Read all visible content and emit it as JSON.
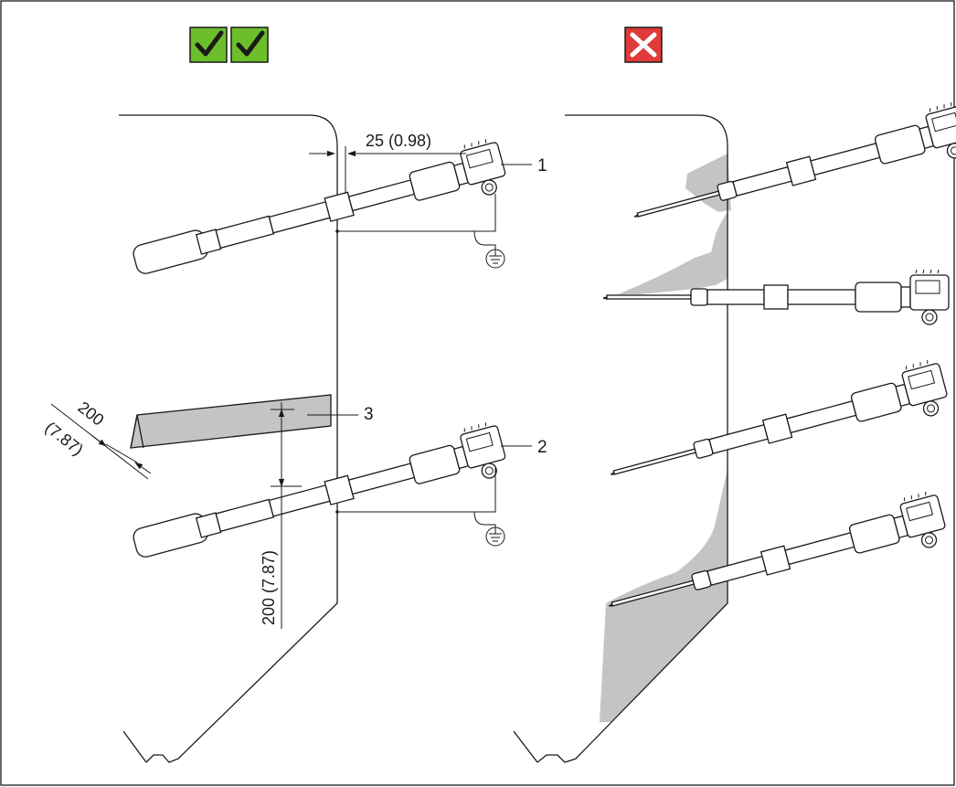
{
  "icons": {
    "correct": "checkmark-icon",
    "incorrect": "cross-icon",
    "ground": "ground-icon"
  },
  "colors": {
    "correct_fill": "#6cbf2a",
    "incorrect_fill": "#e03a3a",
    "deposit_fill": "#c4c4c4",
    "line": "#1a1a1a"
  },
  "labels": {
    "item1": "1",
    "item2": "2",
    "item3": "3"
  },
  "dimensions": {
    "wall_gap": "25 (0.98)",
    "deflector_width_a": "200",
    "deflector_width_b": "(7.87)",
    "vertical_distance": "200 (7.87)"
  }
}
